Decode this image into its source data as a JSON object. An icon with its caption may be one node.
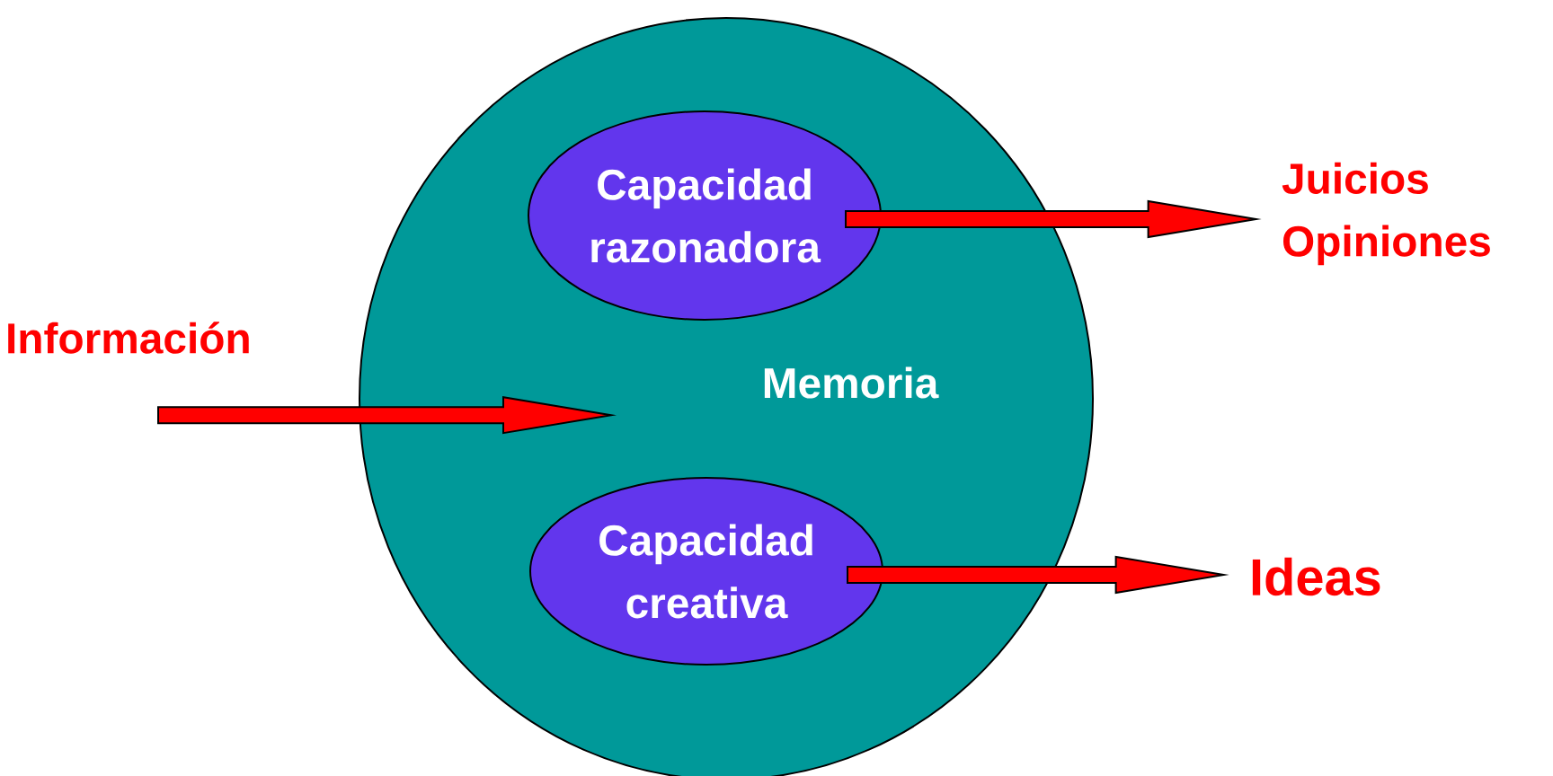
{
  "diagram": {
    "nodes": [
      {
        "text": [
          "Memoria"
        ]
      },
      {
        "text": [
          "Capacidad razonadora"
        ],
        "in": 0
      },
      {
        "text": [
          "Capacidad creativa"
        ],
        "in": 0
      },
      {
        "text": [
          "Información"
        ]
      },
      {
        "text": [
          "Juicios Opiniones"
        ]
      },
      {
        "text": [
          "Ideas"
        ]
      }
    ],
    "edges": [
      {
        "from": 3,
        "to": 0,
        "arrow": "to"
      },
      {
        "from": 1,
        "to": 4,
        "arrow": "to"
      },
      {
        "from": 2,
        "to": 5,
        "arrow": "to"
      }
    ]
  }
}
